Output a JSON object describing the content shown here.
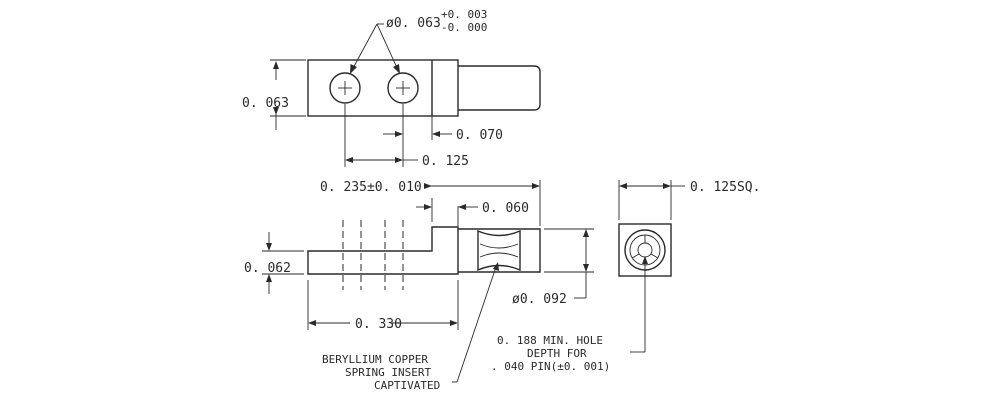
{
  "dims": {
    "hole_diameter": "ø0. 063",
    "hole_tol_plus": "+0. 003",
    "hole_tol_minus": "-0. 000",
    "top_height": "0. 063",
    "offset": "0. 070",
    "hole_spacing": "0. 125",
    "overall_length": "0. 235±0. 010",
    "insert_length": "0. 060",
    "side_height": "0. 062",
    "insert_diameter": "ø0. 092",
    "base_length": "0. 330",
    "end_square": "0. 125SQ."
  },
  "notes": {
    "insert_line1": "BERYLLIUM COPPER",
    "insert_line2": "SPRING INSERT",
    "insert_line3": "CAPTIVATED",
    "hole_line1": "0. 188 MIN.  HOLE",
    "hole_line2": "DEPTH FOR",
    "hole_line3": ". 040 PIN(±0. 001)"
  }
}
